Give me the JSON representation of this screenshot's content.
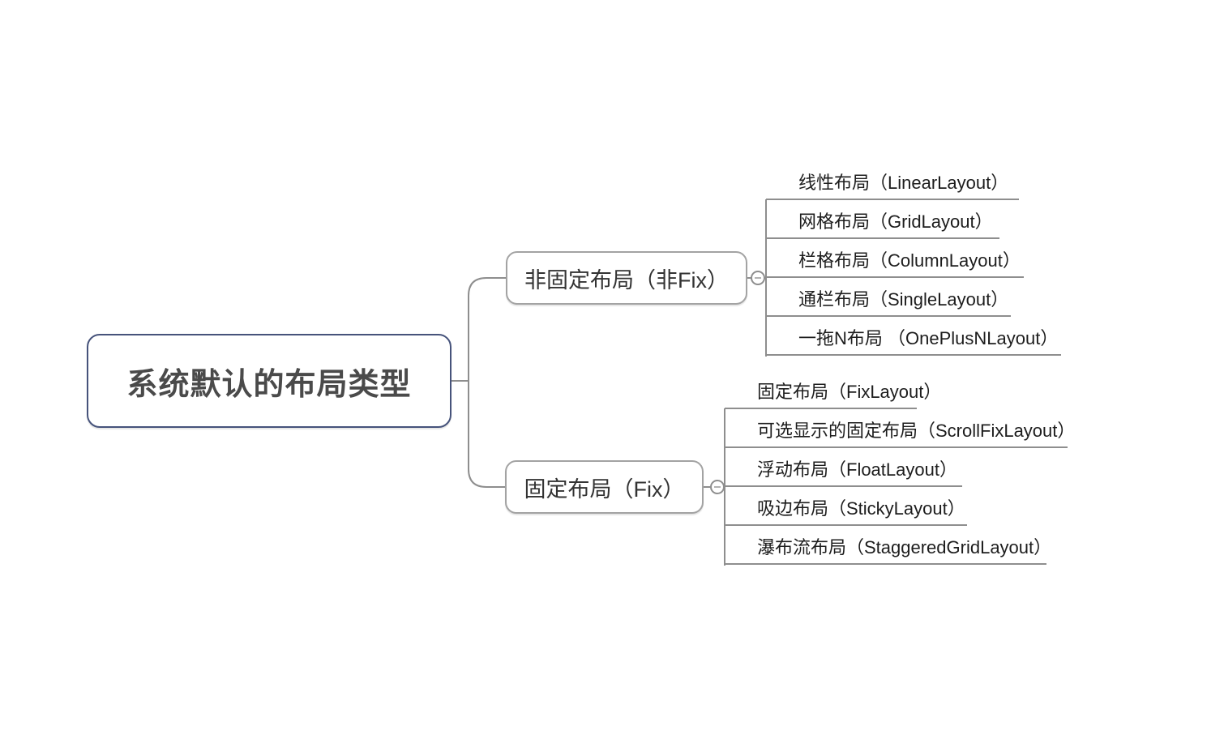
{
  "canvas": {
    "background": "#ffffff"
  },
  "colors": {
    "root_border": "#46537b",
    "branch_border": "#a3a3a3",
    "connector_line": "#8e8e8e",
    "root_text": "#4a4a4a",
    "branch_text": "#333333",
    "child_text": "#1d1d1d"
  },
  "root": {
    "label": "系统默认的布局类型"
  },
  "branches": [
    {
      "label": "非固定布局（非Fix）",
      "collapse_icon": "minus",
      "children": [
        "线性布局（LinearLayout）",
        "网格布局（GridLayout）",
        "栏格布局（ColumnLayout）",
        "通栏布局（SingleLayout）",
        "一拖N布局 （OnePlusNLayout）"
      ]
    },
    {
      "label": "固定布局（Fix）",
      "collapse_icon": "minus",
      "children": [
        "固定布局（FixLayout）",
        "可选显示的固定布局（ScrollFixLayout）",
        "浮动布局（FloatLayout）",
        "吸边布局（StickyLayout）",
        "瀑布流布局（StaggeredGridLayout）"
      ]
    }
  ]
}
